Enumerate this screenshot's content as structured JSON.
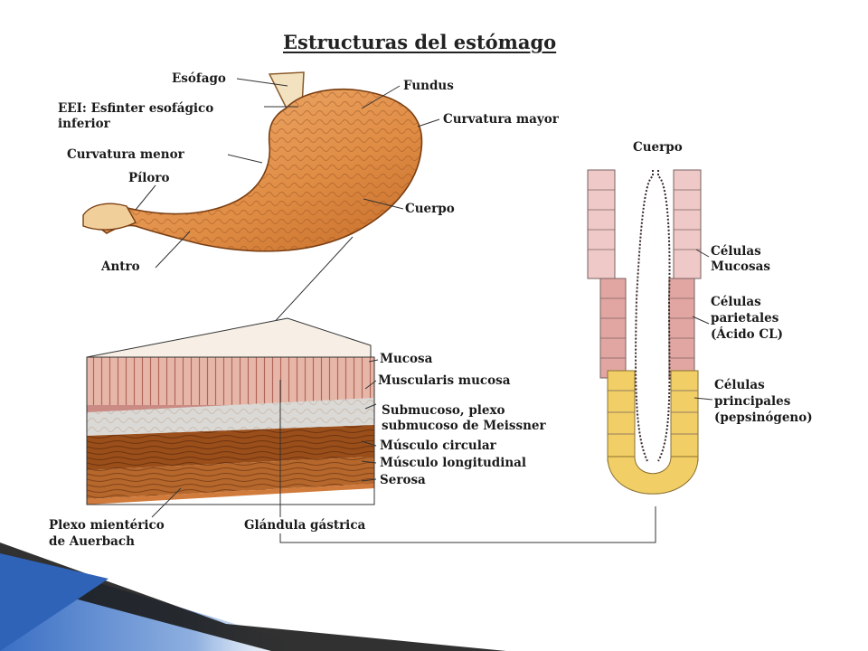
{
  "title": "Estructuras del estómago",
  "stomach_labels": {
    "esofago": "Esófago",
    "fundus": "Fundus",
    "eei": "EEI: Esfinter esofágico",
    "eei2": "inferior",
    "curv_mayor": "Curvatura mayor",
    "curv_menor": "Curvatura menor",
    "piloro": "Píloro",
    "cuerpo": "Cuerpo",
    "antro": "Antro"
  },
  "wall_labels": {
    "mucosa": "Mucosa",
    "muscularis": "Muscularis mucosa",
    "submucoso1": "Submucoso, plexo",
    "submucoso2": "submucoso de Meissner",
    "circular": "Músculo circular",
    "longitudinal": "Músculo longitudinal",
    "serosa": "Serosa",
    "plexo1": "Plexo mientérico",
    "plexo2": "de Auerbach",
    "glandula": "Glándula gástrica"
  },
  "gland_labels": {
    "cuerpo": "Cuerpo",
    "mucosas1": "Células",
    "mucosas2": "Mucosas",
    "parietales1": "Células",
    "parietales2": "parietales",
    "parietales3": "(Ácido CL)",
    "principales1": "Células",
    "principales2": "principales",
    "principales3": "(pepsinógeno)"
  },
  "colors": {
    "stomach": "#e39a55",
    "mucosa_tissue": "#e6b7a8",
    "muscle": "#9a4e1a",
    "mucous_cells": "#efc9c7",
    "parietal_cells": "#e2a6a2",
    "chief_cells": "#f1cf66",
    "corner_blue": "#2f63b8"
  }
}
